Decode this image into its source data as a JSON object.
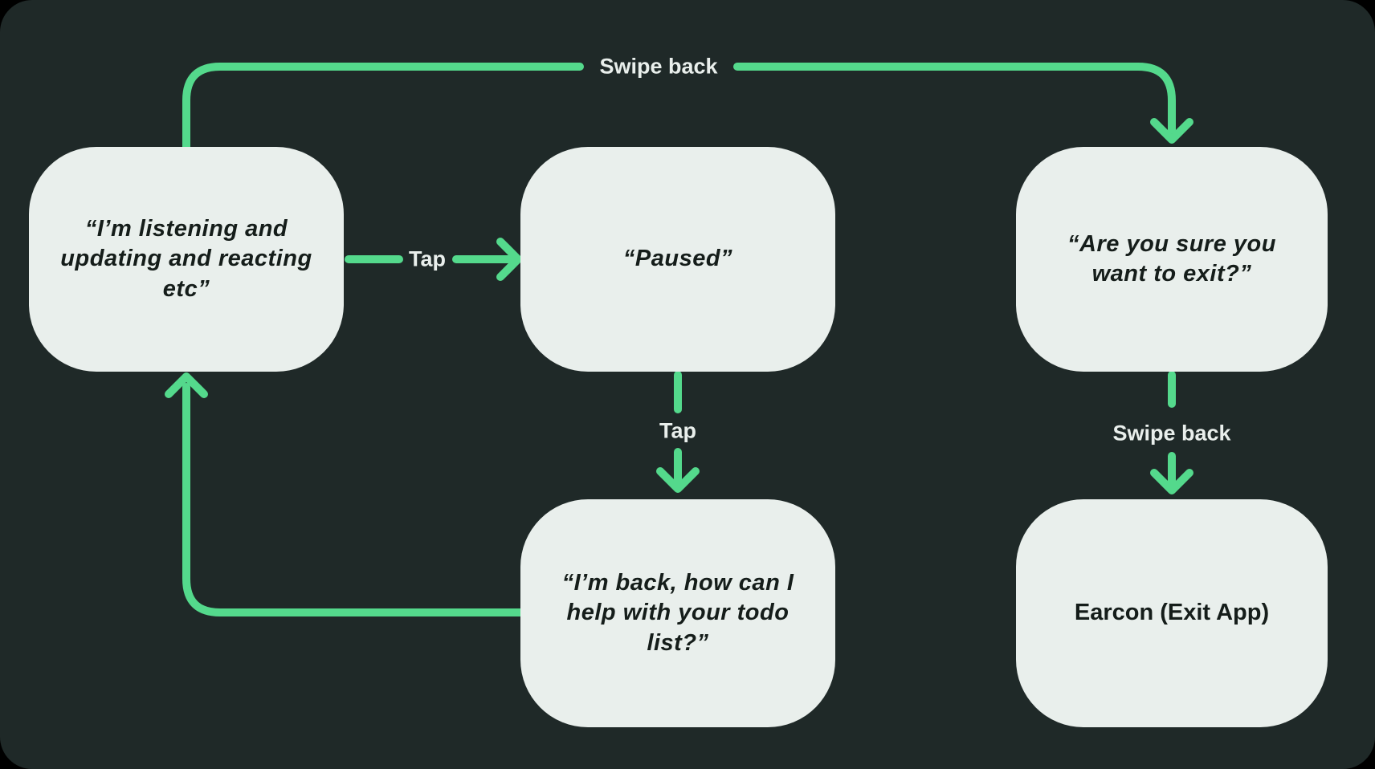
{
  "canvas": {
    "outer_background": "#000000",
    "background": "#1f2928",
    "accent": "#54d98c",
    "node_fill": "#e9efec",
    "node_text_color": "#151d1a",
    "label_text_color": "#e9efec"
  },
  "nodes": [
    {
      "id": "listening",
      "label": "“I’m listening and\nupdating and reacting\netc”",
      "style": "quote"
    },
    {
      "id": "paused",
      "label": "“Paused”",
      "style": "quote"
    },
    {
      "id": "exit-confirm",
      "label": "“Are you sure you\nwant to exit?”",
      "style": "quote"
    },
    {
      "id": "back-greeting",
      "label": "“I’m back, how can I\nhelp with your todo\nlist?”",
      "style": "quote"
    },
    {
      "id": "earcon-exit",
      "label": "Earcon (Exit App)",
      "style": "plain"
    }
  ],
  "edge_labels": {
    "swipe_back_top": "Swipe back",
    "tap_right": "Tap",
    "tap_down": "Tap",
    "swipe_back_down": "Swipe back"
  },
  "edges": [
    {
      "from": "listening",
      "to": "exit-confirm",
      "gesture": "Swipe back"
    },
    {
      "from": "listening",
      "to": "paused",
      "gesture": "Tap"
    },
    {
      "from": "paused",
      "to": "back-greeting",
      "gesture": "Tap"
    },
    {
      "from": "back-greeting",
      "to": "listening",
      "gesture": ""
    },
    {
      "from": "exit-confirm",
      "to": "earcon-exit",
      "gesture": "Swipe back"
    }
  ]
}
